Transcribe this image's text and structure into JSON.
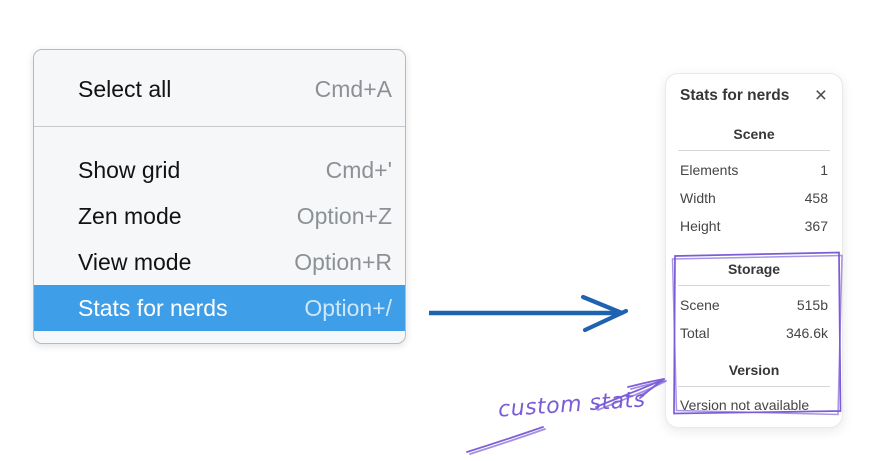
{
  "context_menu": {
    "items": [
      {
        "label": "Select all",
        "shortcut": "Cmd+A",
        "highlighted": false
      },
      {
        "label": "Show grid",
        "shortcut": "Cmd+'",
        "highlighted": false
      },
      {
        "label": "Zen mode",
        "shortcut": "Option+Z",
        "highlighted": false
      },
      {
        "label": "View mode",
        "shortcut": "Option+R",
        "highlighted": false
      },
      {
        "label": "Stats for nerds",
        "shortcut": "Option+/",
        "highlighted": true
      }
    ]
  },
  "stats_panel": {
    "title": "Stats for nerds",
    "close_icon": "×",
    "sections": [
      {
        "header": "Scene",
        "rows": [
          {
            "label": "Elements",
            "value": "1"
          },
          {
            "label": "Width",
            "value": "458"
          },
          {
            "label": "Height",
            "value": "367"
          }
        ]
      },
      {
        "header": "Storage",
        "rows": [
          {
            "label": "Scene",
            "value": "515b"
          },
          {
            "label": "Total",
            "value": "346.6k"
          }
        ]
      },
      {
        "header": "Version",
        "rows": [],
        "note": "Version not available"
      }
    ]
  },
  "annotation": {
    "label": "custom stats"
  },
  "colors": {
    "menu_highlight": "#3f9ee8",
    "arrow_blue": "#1f63b0",
    "annotation_purple": "#7a5cd6",
    "menu_background": "#f6f7f8",
    "panel_background": "#ffffff"
  }
}
